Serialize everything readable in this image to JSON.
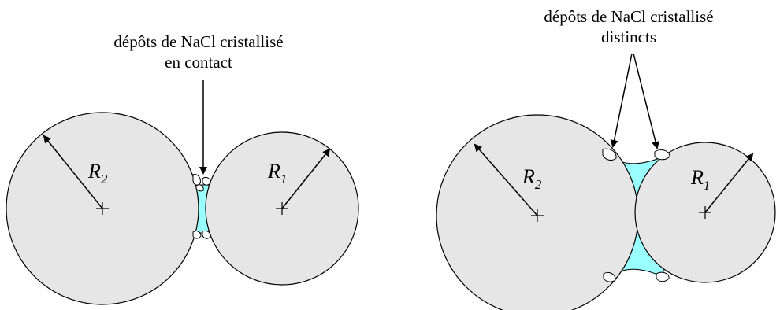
{
  "colors": {
    "particle_fill": "#e6e6e6",
    "particle_stroke": "#000000",
    "solution_fill": "#99ffff",
    "crystal_fill": "#ffffff"
  },
  "left_panel": {
    "caption_line1": "dépôts de NaCl cristallisé",
    "caption_line2": "en contact",
    "large_radius_symbol": "R",
    "large_radius_subscript": "2",
    "small_radius_symbol": "R",
    "small_radius_subscript": "1"
  },
  "right_panel": {
    "caption_line1": "dépôts de NaCl cristallisé",
    "caption_line2": "distincts",
    "large_radius_symbol": "R",
    "large_radius_subscript": "2",
    "small_radius_symbol": "R",
    "small_radius_subscript": "1"
  }
}
